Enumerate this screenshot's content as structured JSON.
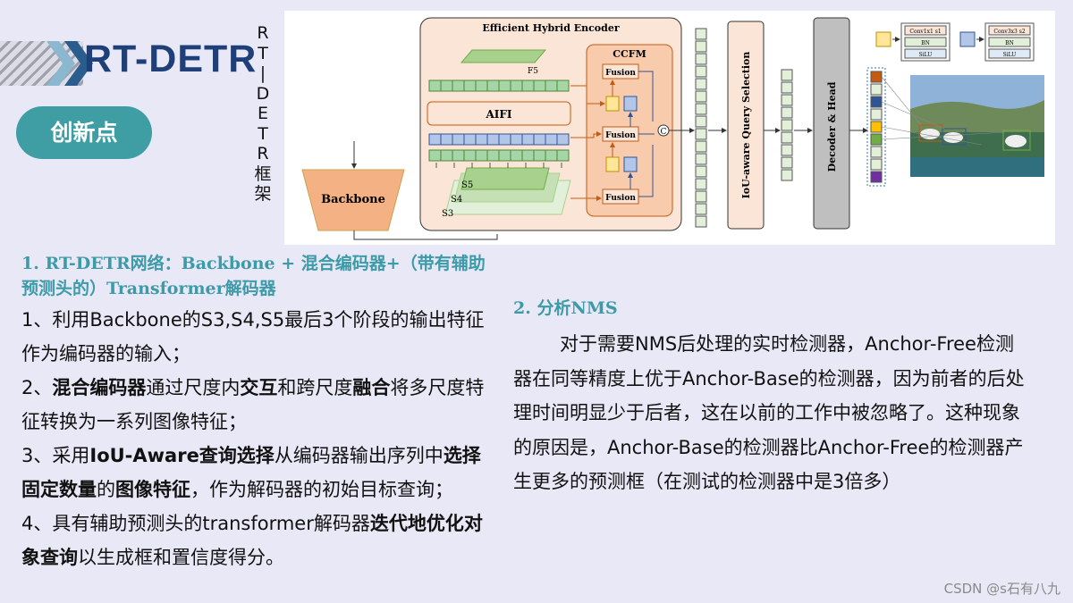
{
  "header": {
    "title": "RT-DETR"
  },
  "badge": {
    "label": "创新点"
  },
  "vertical_caption": [
    "R",
    "T",
    "|",
    "D",
    "E",
    "T",
    "R",
    "框",
    "架"
  ],
  "diagram": {
    "encoder_title": "Efficient Hybrid Encoder",
    "ccfm_label": "CCFM",
    "aifi_label": "AIFI",
    "fusion_label": "Fusion",
    "backbone_label": "Backbone",
    "s3": "S3",
    "s4": "S4",
    "s5": "S5",
    "f5": "F5",
    "concat_symbol": "C",
    "query_selection_label": "IoU-aware Query Selection",
    "decoder_label": "Decoder & Head",
    "conv1_label": "Conv1x1 s1",
    "conv3_label": "Conv3x3 s2",
    "bn_label": "BN",
    "silu_label": "SiLU",
    "colors": {
      "green_block": "#a5d6a7",
      "blue_block": "#b3c6e7",
      "yellow_block": "#ffe699",
      "orange_border": "#c55a11",
      "encoder_bg": "#fbe5d6",
      "ccfm_bg": "#f8cbad"
    }
  },
  "section1": {
    "heading": "1. RT-DETR网络：Backbone + 混合编码器+（带有辅助预测头的）Transformer解码器",
    "p1": "1、利用Backbone的S3,S4,S5最后3个阶段的输出特征作为编码器的输入；",
    "p2_a": "2、",
    "p2_b": "混合编码器",
    "p2_c": "通过尺度内",
    "p2_d": "交互",
    "p2_e": "和跨尺度",
    "p2_f": "融合",
    "p2_g": "将多尺度特征转换为一系列图像特征；",
    "p3_a": "3、采用",
    "p3_b": "IoU-Aware查询选择",
    "p3_c": "从编码器输出序列中",
    "p3_d": "选择固定数量",
    "p3_e": "的",
    "p3_f": "图像特征",
    "p3_g": "，作为解码器的初始目标查询；",
    "p4_a": "4、具有辅助预测头的transformer解码器",
    "p4_b": "迭代地优化对象查询",
    "p4_c": "以生成框和置信度得分。"
  },
  "section2": {
    "heading": "2. 分析NMS",
    "body": "对于需要NMS后处理的实时检测器，Anchor-Free检测器在同等精度上优于Anchor-Base的检测器，因为前者的后处理时间明显少于后者，这在以前的工作中被忽略了。这种现象的原因是，Anchor-Base的检测器比Anchor-Free的检测器产生更多的预测框（在测试的检测器中是3倍多）"
  },
  "watermark": "CSDN @s石有八九"
}
